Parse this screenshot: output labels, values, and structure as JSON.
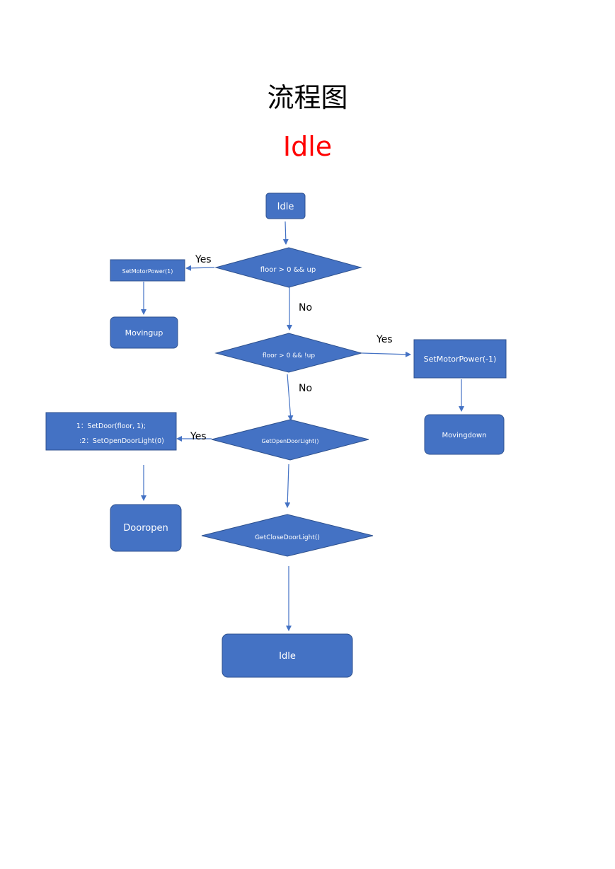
{
  "title": "流程图",
  "subtitle": "Idle",
  "colors": {
    "subtitle": "#ff0000",
    "node_fill": "#4472c4",
    "node_stroke": "#2f528f",
    "edge": "#4472c4",
    "node_text": "#ffffff",
    "label_text": "#000000"
  },
  "nodes": {
    "start": "Idle",
    "cond_up": "floor > 0 && up",
    "set_motor_up": "SetMotorPower(1)",
    "moving_up": "Movingup",
    "cond_not_up": "floor > 0 && !up",
    "set_motor_down": "SetMotorPower(-1)",
    "moving_down": "Movingdown",
    "cond_open_light": "GetOpenDoorLight()",
    "open_actions_line1": "1：SetDoor(floor, 1);",
    "open_actions_line2": ":2：SetOpenDoorLight(0)",
    "door_open": "Dooropen",
    "cond_close_light": "GetCloseDoorLight()",
    "end": "Idle"
  },
  "edge_labels": {
    "up_yes": "Yes",
    "up_no": "No",
    "down_yes": "Yes",
    "down_no": "No",
    "open_yes": "Yes"
  }
}
